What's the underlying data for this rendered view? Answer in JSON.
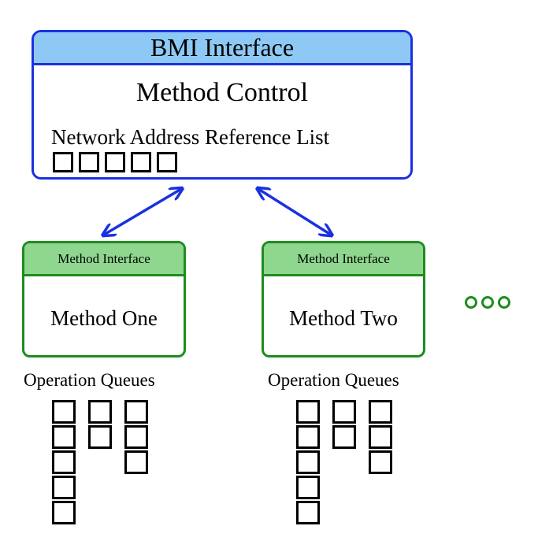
{
  "bmi": {
    "header": "BMI Interface",
    "title": "Method Control",
    "list_label": "Network Address Reference List",
    "list_slots": 5
  },
  "methods": [
    {
      "header": "Method Interface",
      "title": "Method One",
      "queue_label": "Operation Queues",
      "queue_lengths": [
        5,
        2,
        3
      ]
    },
    {
      "header": "Method Interface",
      "title": "Method Two",
      "queue_label": "Operation Queues",
      "queue_lengths": [
        5,
        2,
        3
      ]
    }
  ],
  "colors": {
    "bmi_border": "#1a31e0",
    "bmi_header": "#8ec9f5",
    "method_border": "#1e8c1e",
    "method_header": "#8fd68f",
    "arrow": "#1a31e0"
  },
  "continuation_icon": "ellipsis-icon"
}
